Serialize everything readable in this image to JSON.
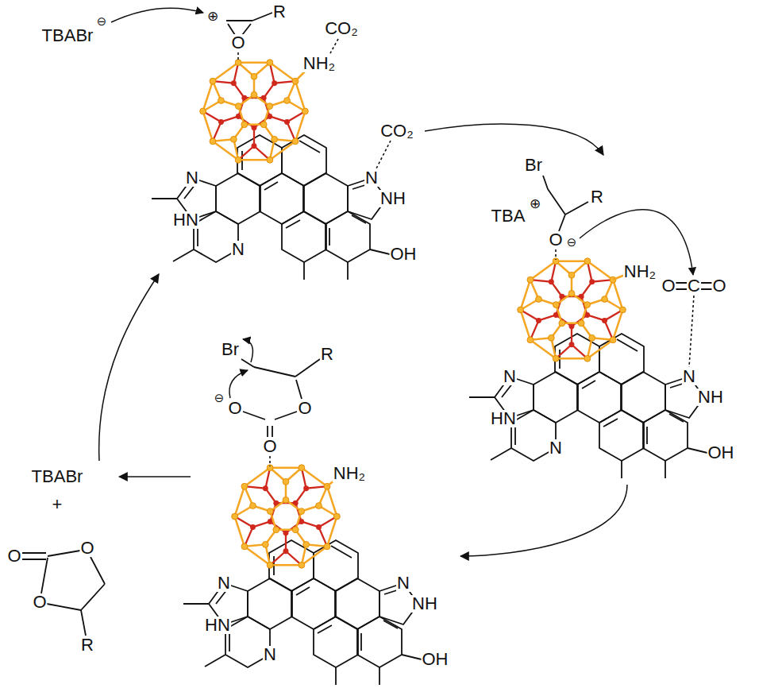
{
  "diagram": {
    "nodes": [
      {
        "text": [
          "TBABr",
          "⊖",
          "⊕",
          "R",
          "CO₂",
          "O",
          "NH₂",
          "CO₂",
          "N",
          "N",
          "HN",
          "NH",
          "N",
          "OH"
        ]
      },
      {
        "text": [
          "Br",
          "R",
          "TBA",
          "⊕",
          "⊖",
          "O",
          "NH₂",
          "O",
          "C",
          "O",
          "N",
          "N",
          "HN",
          "NH",
          "N",
          "OH"
        ]
      },
      {
        "text": [
          "Br",
          "R",
          "⊖",
          "O",
          "O",
          "O",
          "NH₂",
          "N",
          "N",
          "HN",
          "NH",
          "N",
          "OH"
        ]
      },
      {
        "text": [
          "TBABr",
          "+",
          "O",
          "O",
          "O",
          "R"
        ]
      }
    ],
    "edges": [
      {
        "from": 0,
        "to": 1,
        "arrow": "to"
      },
      {
        "from": 1,
        "to": 2,
        "arrow": "to"
      },
      {
        "from": 2,
        "to": 3,
        "arrow": "to"
      },
      {
        "from": 3,
        "to": 0,
        "arrow": "to"
      }
    ]
  }
}
